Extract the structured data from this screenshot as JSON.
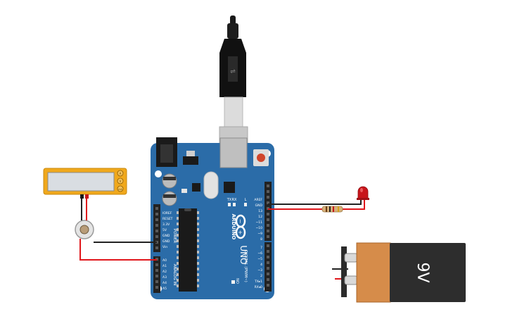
{
  "board": {
    "brand": "ARDUINO",
    "model": "UNO",
    "power_header_label": "POWER",
    "analog_header_label": "ANALOG IN",
    "digital_header_label": "DIGITAL (PWM~)",
    "power_pins": [
      "IOREF",
      "RESET",
      "3.3V",
      "5V",
      "GND",
      "GND",
      "Vin"
    ],
    "analog_pins": [
      "A0",
      "A1",
      "A2",
      "A3",
      "A4",
      "A5"
    ],
    "digital_pins_top": [
      "AREF",
      "GND",
      "13",
      "12",
      "~11",
      "~10",
      "~9",
      "8"
    ],
    "digital_pins_bottom": [
      "7",
      "~6",
      "~5",
      "4",
      "~3",
      "2",
      "TX▸1",
      "RX◂0"
    ],
    "led_labels": [
      "TX",
      "RX",
      "L"
    ],
    "on_label": "ON"
  },
  "multimeter": {
    "terminals": [
      "A",
      "V",
      "mA"
    ]
  },
  "battery": {
    "label": "9V"
  },
  "colors": {
    "board": "#2b6ca8",
    "board_dark": "#1f5588",
    "wire_red": "#e0161b",
    "wire_black": "#222222",
    "battery_copper": "#d68c4a",
    "battery_body": "#2d2d2d",
    "multimeter": "#f0a81c",
    "led": "#c8151b"
  }
}
